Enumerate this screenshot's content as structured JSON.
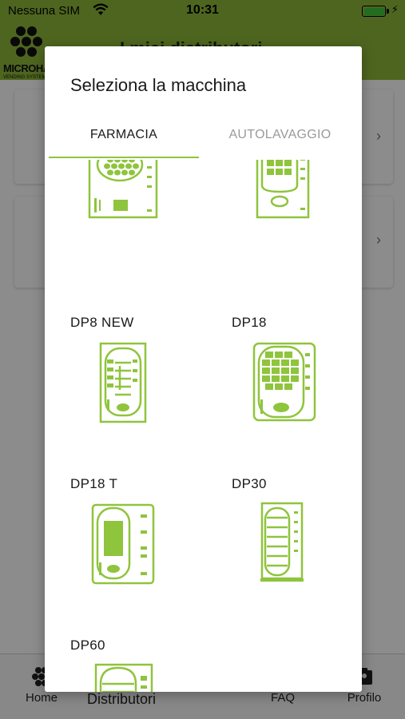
{
  "status_bar": {
    "carrier": "Nessuna SIM",
    "time": "10:31",
    "battery_percent": 100
  },
  "header": {
    "logo_text": "MICROHA",
    "logo_sub": "VENDING SYSTEM",
    "title": "I miei distributori"
  },
  "modal": {
    "title": "Seleziona la macchina",
    "tabs": [
      {
        "label": "FARMACIA",
        "active": true
      },
      {
        "label": "AUTOLAVAGGIO",
        "active": false
      }
    ],
    "machines": [
      {
        "name": "",
        "icon": "round-slot-machine-icon"
      },
      {
        "name": "",
        "icon": "grid-machine-icon"
      },
      {
        "name": "DP8 NEW",
        "icon": "dp8-new-machine-icon"
      },
      {
        "name": "DP18",
        "icon": "dp18-machine-icon"
      },
      {
        "name": "DP18 T",
        "icon": "dp18-t-machine-icon"
      },
      {
        "name": "DP30",
        "icon": "dp30-machine-icon"
      },
      {
        "name": "DP60",
        "icon": "dp60-machine-icon"
      }
    ]
  },
  "tab_bar": {
    "items": [
      {
        "label": "Home",
        "icon": "home-icon"
      },
      {
        "label": "Distributori",
        "icon": "distributori-icon"
      },
      {
        "label": "FAQ",
        "icon": "faq-icon"
      },
      {
        "label": "Profilo",
        "icon": "profilo-icon"
      }
    ]
  },
  "colors": {
    "brand_green": "#8fb83a",
    "machine_green": "#8fc43d",
    "tab_underline": "#8fc43d"
  }
}
